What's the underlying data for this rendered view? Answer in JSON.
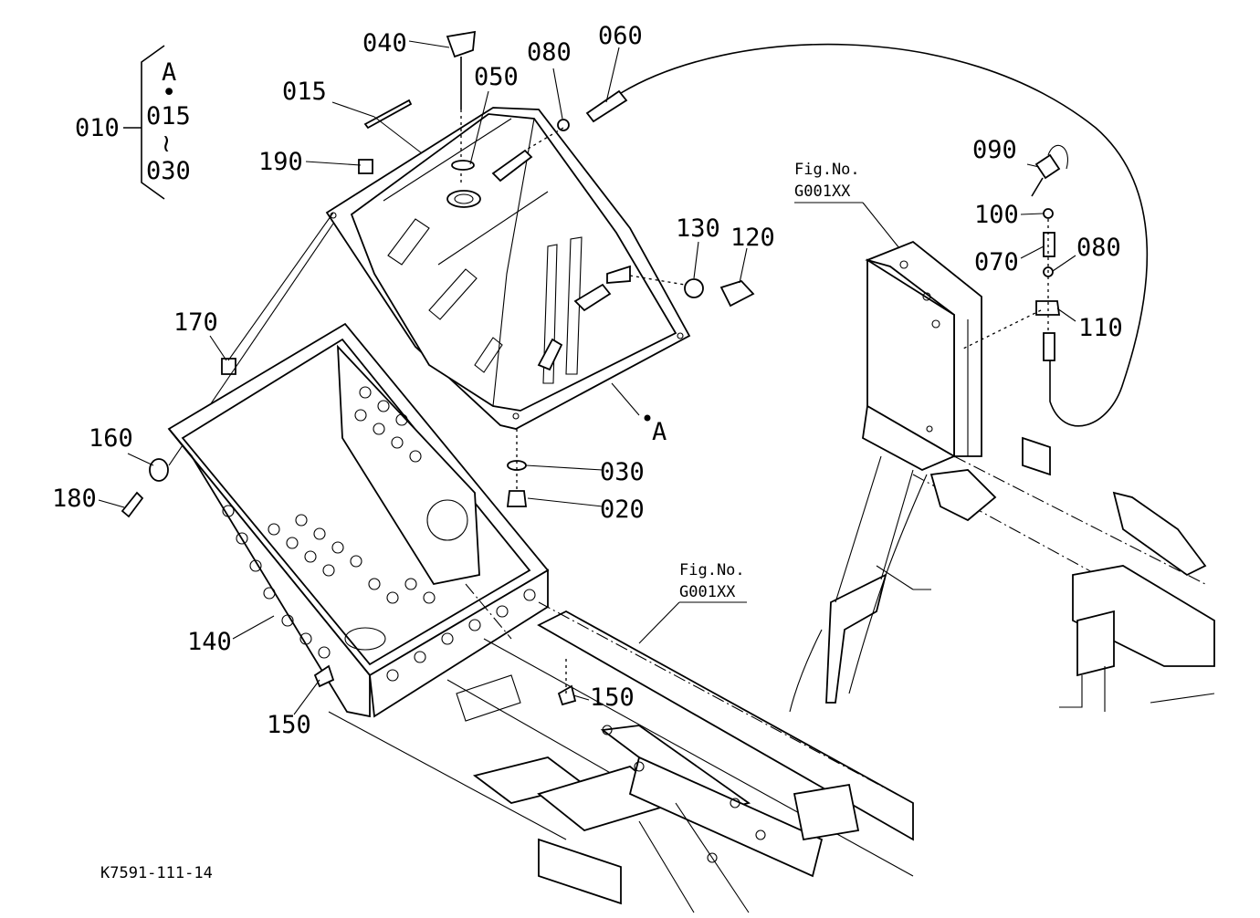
{
  "diagram": {
    "drawing_code": "K7591-111-14",
    "view_marker": "A",
    "group_bracket": {
      "label": "010",
      "top": "A",
      "sep_dot": "•",
      "from": "015",
      "tilde": "≀",
      "to": "030"
    },
    "refs": [
      {
        "title": "Fig.No.",
        "code": "G001XX"
      },
      {
        "title": "Fig.No.",
        "code": "G001XX"
      }
    ],
    "callouts": {
      "c015": "015",
      "c020": "020",
      "c030": "030",
      "c040": "040",
      "c050": "050",
      "c060": "060",
      "c070": "070",
      "c080a": "080",
      "c080b": "080",
      "c090": "090",
      "c100": "100",
      "c110": "110",
      "c120": "120",
      "c130": "130",
      "c140": "140",
      "c150a": "150",
      "c150b": "150",
      "c160": "160",
      "c170": "170",
      "c180": "180",
      "c190": "190"
    }
  }
}
